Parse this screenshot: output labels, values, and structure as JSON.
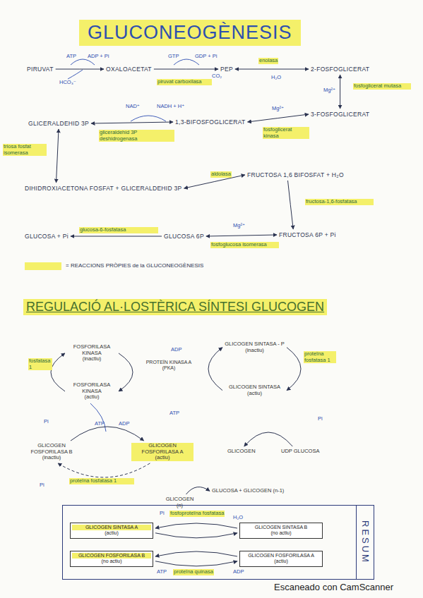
{
  "diagram": {
    "title": "GLUCONEOGÈNESIS",
    "nodes": [
      {
        "text": [
          "PIRUVAT"
        ]
      },
      {
        "text": [
          "OXALOACETAT"
        ]
      },
      {
        "text": [
          "PEP"
        ]
      },
      {
        "text": [
          "2-FOSFOGLICERAT"
        ]
      },
      {
        "text": [
          "3-FOSFOGLICERAT"
        ]
      },
      {
        "text": [
          "1,3-BIFOSFOGLICERAT"
        ]
      },
      {
        "text": [
          "GLICERALDEHID 3P"
        ]
      },
      {
        "text": [
          "DIHIDROXIACETONA FOSFAT + GLICERALDEHID 3P"
        ]
      },
      {
        "text": [
          "FRUCTOSA 1,6 BIFOSFAT + H₂O"
        ]
      },
      {
        "text": [
          "FRUCTOSA 6P + Pi"
        ]
      },
      {
        "text": [
          "GLUCOSA 6P"
        ]
      },
      {
        "text": [
          "GLUCOSA + Pi"
        ]
      },
      {
        "text": [
          "FOSFORILASA KINASA",
          "(inactiu)"
        ]
      },
      {
        "text": [
          "FOSFORILASA KINASA",
          "(actiu)"
        ]
      },
      {
        "text": [
          "GLICOGEN SINTASA - P",
          "(inactiu)"
        ]
      },
      {
        "text": [
          "GLICOGEN SINTASA",
          "(actiu)"
        ]
      },
      {
        "text": [
          "GLICOGEN"
        ]
      },
      {
        "text": [
          "UDP GLUCOSA"
        ]
      },
      {
        "text": [
          "GLICOGEN FOSFORILASA B",
          "(inactiu)"
        ]
      },
      {
        "text": [
          "GLICOGEN FOSFORILASA A",
          "(actiu)"
        ]
      },
      {
        "text": [
          "GLICOGEN (n)"
        ]
      },
      {
        "text": [
          "GLUCOSA + GLICOGEN (n-1)"
        ]
      },
      {
        "text": [
          "RESUM"
        ]
      },
      {
        "text": [
          "GLICOGEN SINTASA A",
          "(actiu)"
        ],
        "in": 22
      },
      {
        "text": [
          "GLICOGEN SINTASA B",
          "(no actiu)"
        ],
        "in": 22
      },
      {
        "text": [
          "GLICOGEN FOSFORILASA B",
          "(no actiu)"
        ],
        "in": 22
      },
      {
        "text": [
          "GLICOGEN FOSFORILASA A",
          "(actiu)"
        ],
        "in": 22
      }
    ],
    "edges": [
      {
        "from": 0,
        "to": 1,
        "arrow": "to"
      },
      {
        "from": 1,
        "to": 2,
        "label": "piruvat carboxilasa",
        "arrow": "to"
      },
      {
        "from": 2,
        "to": 3,
        "label": "enolasa",
        "arrow": "both"
      },
      {
        "from": 3,
        "to": 4,
        "label": "fosfoglicerat mutasa",
        "arrow": "both"
      },
      {
        "from": 4,
        "to": 5,
        "label": "fosfoglicerat kinasa",
        "arrow": "both"
      },
      {
        "from": 5,
        "to": 6,
        "label": "gliceraldehid 3P deshidrogenasa",
        "arrow": "both"
      },
      {
        "from": 6,
        "to": 7,
        "label": "triosa fosfat isomerasa",
        "arrow": "both"
      },
      {
        "from": 7,
        "to": 8,
        "label": "aldolasa",
        "arrow": "both"
      },
      {
        "from": 8,
        "to": 9,
        "label": "fructosa-1,6-fosfatasa",
        "arrow": "to"
      },
      {
        "from": 9,
        "to": 10,
        "label": "fosfoglucosa isomerasa",
        "arrow": "both"
      },
      {
        "from": 10,
        "to": 11,
        "label": "glucosa-6-fosfatasa",
        "arrow": "to"
      },
      {
        "from": 12,
        "to": 13,
        "arrow": "to"
      },
      {
        "from": 13,
        "to": 12,
        "label": "fosfatasa 1",
        "arrow": "to"
      },
      {
        "from": 15,
        "to": 14,
        "arrow": "to"
      },
      {
        "from": 14,
        "to": 15,
        "label": "proteïna fosfatasa 1",
        "arrow": "to"
      },
      {
        "from": 17,
        "to": 16,
        "arrow": "to"
      },
      {
        "from": 18,
        "to": 19,
        "arrow": "to"
      },
      {
        "from": 19,
        "to": 18,
        "label": "proteïna fosfatasa 1",
        "arrow": "to"
      },
      {
        "from": 20,
        "to": 21,
        "arrow": "to"
      },
      {
        "from": 24,
        "to": 23,
        "label": "fosfoproteïna fosfatasa",
        "arrow": "to"
      },
      {
        "from": 26,
        "to": 25,
        "arrow": "to"
      },
      {
        "from": 23,
        "to": 24,
        "arrow": "to"
      },
      {
        "from": 25,
        "to": 26,
        "label": "proteïna quinasa",
        "arrow": "to"
      }
    ],
    "labels": [
      "ATP",
      "ADP + Pi",
      "HCO₃⁻",
      "GTP",
      "GDP + Pi",
      "CO₂",
      "H₂O",
      "Mg²⁺",
      "NAD⁺",
      "NADH + H⁺",
      "Mg²⁺",
      "Mg²⁺",
      "REGULACIÓ AL·LOSTÈRICA SÍNTESI GLUCOGEN",
      "PROTEÏN KINASA A (PKA)",
      "ADP",
      "ATP",
      "Pi",
      "Pi",
      "ATP",
      "ADP",
      "Pi",
      "Pi",
      "H₂O",
      "ATP",
      "ADP",
      "Escaneado con CamScanner"
    ],
    "legend": [
      {
        "text": "= REACCIONS PRÒPIES de la GLUCONEOGÈNESIS",
        "color": "#f4f06a"
      }
    ]
  }
}
